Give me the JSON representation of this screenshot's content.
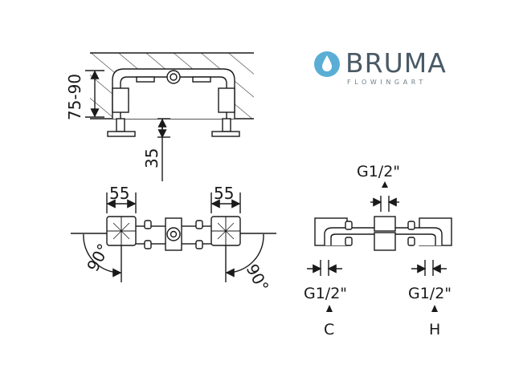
{
  "brand": {
    "name": "BRUMA",
    "tagline": "FLOWINGART",
    "color_name": "#4a5a66",
    "color_drop": "#5aaed6"
  },
  "dimensions": {
    "height_range": "75-90",
    "depth": "35",
    "width_left": "55",
    "width_right": "55",
    "angle_left": "90°",
    "angle_right": "90°"
  },
  "connections": {
    "top_thread": "G1/2\"",
    "left_thread": "G1/2\"",
    "right_thread": "G1/2\"",
    "cold_label": "C",
    "hot_label": "H"
  },
  "colors": {
    "line": "#1a1a1a",
    "hatch": "#333333"
  }
}
